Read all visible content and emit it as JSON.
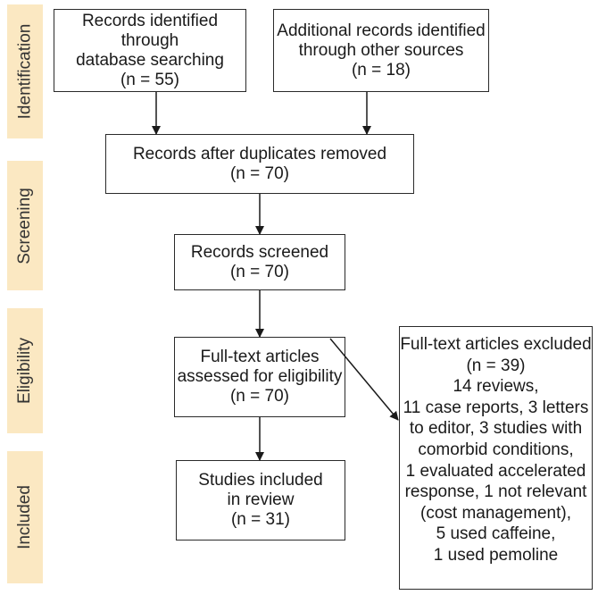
{
  "phases": {
    "identification": "Identification",
    "screening": "Screening",
    "eligibility": "Eligibility",
    "included": "Included"
  },
  "boxes": {
    "database_records": [
      "Records identified through",
      "database searching",
      "(n = 55)"
    ],
    "other_records": [
      "Additional records identified",
      "through other sources",
      "(n = 18)"
    ],
    "after_duplicates": [
      "Records after duplicates removed",
      "(n = 70)"
    ],
    "screened": [
      "Records screened",
      "(n = 70)"
    ],
    "full_text_assessed": [
      "Full-text articles",
      "assessed for eligibility",
      "(n = 70)"
    ],
    "included": [
      "Studies included",
      "in review",
      "(n = 31)"
    ],
    "excluded": [
      "Full-text articles excluded",
      "(n = 39)",
      "14 reviews,",
      "11 case reports, 3 letters",
      "to editor, 3 studies with",
      "comorbid conditions,",
      "1 evaluated accelerated",
      "response, 1 not relevant",
      "(cost management),",
      "5 used caffeine,",
      "1 used pemoline"
    ]
  }
}
